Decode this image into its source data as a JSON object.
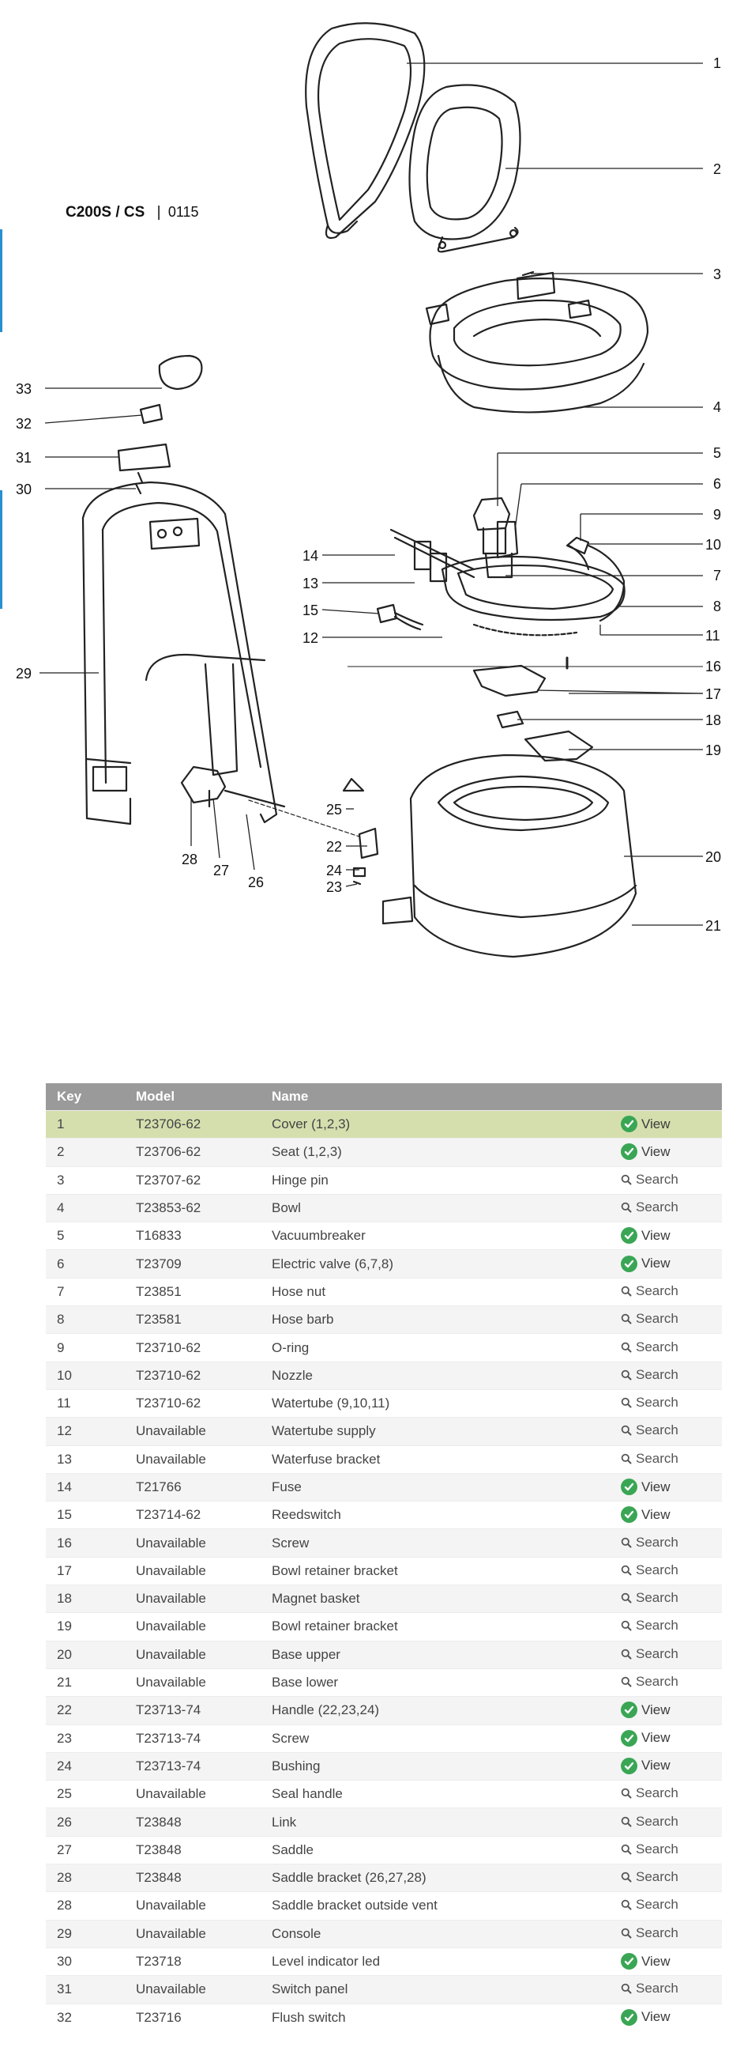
{
  "header": {
    "model": "C200S / CS",
    "separator": "|",
    "code": "0115"
  },
  "callouts": [
    "1",
    "2",
    "3",
    "4",
    "5",
    "6",
    "7",
    "8",
    "9",
    "10",
    "11",
    "12",
    "13",
    "14",
    "15",
    "16",
    "17",
    "18",
    "19",
    "20",
    "21",
    "22",
    "23",
    "24",
    "25",
    "26",
    "27",
    "28",
    "29",
    "30",
    "31",
    "32",
    "33"
  ],
  "table": {
    "headers": [
      "Key",
      "Model",
      "Name"
    ],
    "rows": [
      {
        "key": "1",
        "model": "T23706-62",
        "name": "Cover (1,2,3)",
        "action": "View",
        "icon": "check-circle-icon"
      },
      {
        "key": "2",
        "model": "T23706-62",
        "name": "Seat (1,2,3)",
        "action": "View",
        "icon": "check-circle-icon"
      },
      {
        "key": "3",
        "model": "T23707-62",
        "name": "Hinge pin",
        "action": "Search",
        "icon": "search-icon"
      },
      {
        "key": "4",
        "model": "T23853-62",
        "name": "Bowl",
        "action": "Search",
        "icon": "search-icon"
      },
      {
        "key": "5",
        "model": "T16833",
        "name": "Vacuumbreaker",
        "action": "View",
        "icon": "check-circle-icon"
      },
      {
        "key": "6",
        "model": "T23709",
        "name": "Electric valve (6,7,8)",
        "action": "View",
        "icon": "check-circle-icon"
      },
      {
        "key": "7",
        "model": "T23851",
        "name": "Hose nut",
        "action": "Search",
        "icon": "search-icon"
      },
      {
        "key": "8",
        "model": "T23581",
        "name": "Hose barb",
        "action": "Search",
        "icon": "search-icon"
      },
      {
        "key": "9",
        "model": "T23710-62",
        "name": "O-ring",
        "action": "Search",
        "icon": "search-icon"
      },
      {
        "key": "10",
        "model": "T23710-62",
        "name": "Nozzle",
        "action": "Search",
        "icon": "search-icon"
      },
      {
        "key": "11",
        "model": "T23710-62",
        "name": "Watertube (9,10,11)",
        "action": "Search",
        "icon": "search-icon"
      },
      {
        "key": "12",
        "model": "Unavailable",
        "name": "Watertube supply",
        "action": "Search",
        "icon": "search-icon"
      },
      {
        "key": "13",
        "model": "Unavailable",
        "name": "Waterfuse bracket",
        "action": "Search",
        "icon": "search-icon"
      },
      {
        "key": "14",
        "model": "T21766",
        "name": "Fuse",
        "action": "View",
        "icon": "check-circle-icon"
      },
      {
        "key": "15",
        "model": "T23714-62",
        "name": "Reedswitch",
        "action": "View",
        "icon": "check-circle-icon"
      },
      {
        "key": "16",
        "model": "Unavailable",
        "name": "Screw",
        "action": "Search",
        "icon": "search-icon"
      },
      {
        "key": "17",
        "model": "Unavailable",
        "name": "Bowl retainer bracket",
        "action": "Search",
        "icon": "search-icon"
      },
      {
        "key": "18",
        "model": "Unavailable",
        "name": "Magnet basket",
        "action": "Search",
        "icon": "search-icon"
      },
      {
        "key": "19",
        "model": "Unavailable",
        "name": "Bowl retainer bracket",
        "action": "Search",
        "icon": "search-icon"
      },
      {
        "key": "20",
        "model": "Unavailable",
        "name": "Base upper",
        "action": "Search",
        "icon": "search-icon"
      },
      {
        "key": "21",
        "model": "Unavailable",
        "name": "Base lower",
        "action": "Search",
        "icon": "search-icon"
      },
      {
        "key": "22",
        "model": "T23713-74",
        "name": "Handle (22,23,24)",
        "action": "View",
        "icon": "check-circle-icon"
      },
      {
        "key": "23",
        "model": "T23713-74",
        "name": "Screw",
        "action": "View",
        "icon": "check-circle-icon"
      },
      {
        "key": "24",
        "model": "T23713-74",
        "name": "Bushing",
        "action": "View",
        "icon": "check-circle-icon"
      },
      {
        "key": "25",
        "model": "Unavailable",
        "name": "Seal handle",
        "action": "Search",
        "icon": "search-icon"
      },
      {
        "key": "26",
        "model": "T23848",
        "name": "Link",
        "action": "Search",
        "icon": "search-icon"
      },
      {
        "key": "27",
        "model": "T23848",
        "name": "Saddle",
        "action": "Search",
        "icon": "search-icon"
      },
      {
        "key": "28",
        "model": "T23848",
        "name": "Saddle bracket (26,27,28)",
        "action": "Search",
        "icon": "search-icon"
      },
      {
        "key": "28",
        "model": "Unavailable",
        "name": "Saddle bracket outside vent",
        "action": "Search",
        "icon": "search-icon"
      },
      {
        "key": "29",
        "model": "Unavailable",
        "name": "Console",
        "action": "Search",
        "icon": "search-icon"
      },
      {
        "key": "30",
        "model": "T23718",
        "name": "Level indicator led",
        "action": "View",
        "icon": "check-circle-icon"
      },
      {
        "key": "31",
        "model": "Unavailable",
        "name": "Switch panel",
        "action": "Search",
        "icon": "search-icon"
      },
      {
        "key": "32",
        "model": "T23716",
        "name": "Flush switch",
        "action": "View",
        "icon": "check-circle-icon"
      }
    ]
  },
  "colors": {
    "header_bg": "#9a9a9a",
    "highlight_row": "#d5dfae",
    "stripe_row": "#f4f4f4",
    "check_green": "#3aa655",
    "accent_bar": "#2a8fd0"
  }
}
